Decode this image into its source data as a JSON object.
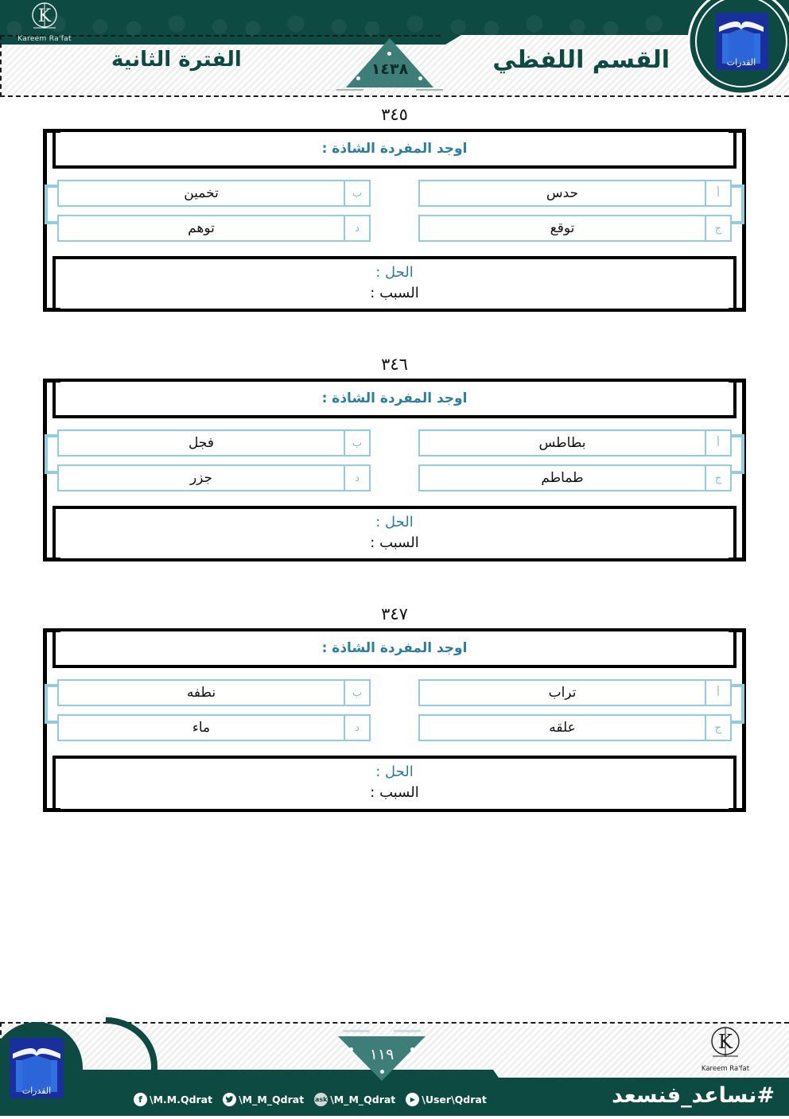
{
  "header": {
    "title": "القسم اللفظي",
    "subtitle": "الفترة الثانية",
    "year": "١٤٣٨",
    "designer": "Kareem Ra'fat",
    "logo_text": "القدرات"
  },
  "questions": [
    {
      "number": "٣٤٥",
      "prompt": "اوجد المفردة الشاذة :",
      "options": [
        {
          "letter": "أ",
          "text": "حدس"
        },
        {
          "letter": "ب",
          "text": "تخمين"
        },
        {
          "letter": "ج",
          "text": "توقع"
        },
        {
          "letter": "د",
          "text": "توهم"
        }
      ],
      "solution_label": "الحل :",
      "reason_label": "السبب :"
    },
    {
      "number": "٣٤٦",
      "prompt": "اوجد المفردة الشاذة :",
      "options": [
        {
          "letter": "أ",
          "text": "بطاطس"
        },
        {
          "letter": "ب",
          "text": "فجل"
        },
        {
          "letter": "ج",
          "text": "طماطم"
        },
        {
          "letter": "د",
          "text": "جزر"
        }
      ],
      "solution_label": "الحل :",
      "reason_label": "السبب :"
    },
    {
      "number": "٣٤٧",
      "prompt": "اوجد المفردة الشاذة :",
      "options": [
        {
          "letter": "أ",
          "text": "تراب"
        },
        {
          "letter": "ب",
          "text": "نطفه"
        },
        {
          "letter": "ج",
          "text": "علقه"
        },
        {
          "letter": "د",
          "text": "ماء"
        }
      ],
      "solution_label": "الحل :",
      "reason_label": "السبب :"
    }
  ],
  "footer": {
    "page_number": "١١٩",
    "hashtag": "#نساعد_فنسعد",
    "designer": "Kareem Ra'fat",
    "logo_text": "القدرات",
    "socials": [
      {
        "icon": "facebook-icon",
        "glyph": "f",
        "handle": "\\M.M.Qdrat"
      },
      {
        "icon": "twitter-icon",
        "glyph": "t",
        "handle": "\\M_M_Qdrat"
      },
      {
        "icon": "ask-icon",
        "glyph": "ask",
        "handle": "\\M_M_Qdrat"
      },
      {
        "icon": "youtube-icon",
        "glyph": "▶",
        "handle": "\\User\\Qdrat"
      }
    ]
  },
  "colors": {
    "green": "#0d4a42",
    "teal": "#3d7f78",
    "prompt_blue": "#2a7f9e",
    "option_border": "#92ccdd",
    "logo_blue": "#1a2f9e"
  }
}
